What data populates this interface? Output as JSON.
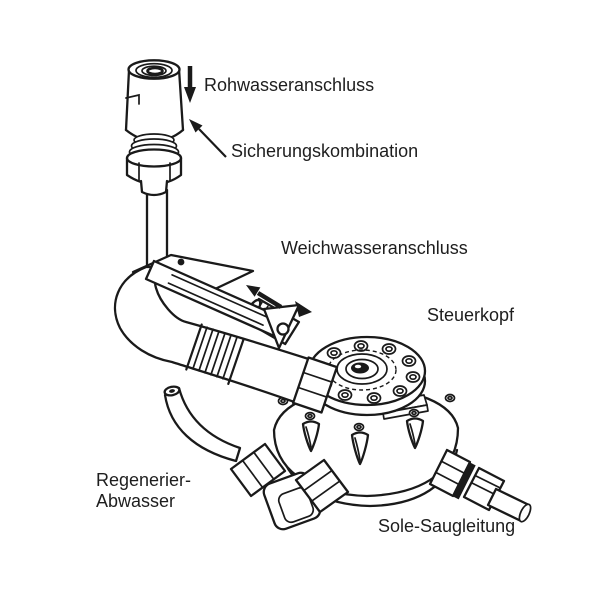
{
  "page": {
    "background_color": "#ffffff",
    "line_color": "#1a1a1a",
    "text_color": "#1e1e1e"
  },
  "diagram": {
    "type": "technical-line-drawing",
    "subject": "water-softener-control-head-connections",
    "labels": {
      "raw_water_connection": "Rohwasseranschluss",
      "safety_combination": "Sicherungskombination",
      "soft_water_connection": "Weichwasseranschluss",
      "control_head": "Steuerkopf",
      "regeneration_waste_line1": "Regenerier-",
      "regeneration_waste_line2": "Abwasser",
      "brine_suction_line": "Sole-Saugleitung"
    },
    "icons": {
      "raw_water_flow": "down-arrow",
      "safety_combination_pointer": "up-left-leader-arrow",
      "soft_water_flow": "up-left-arrow"
    }
  }
}
